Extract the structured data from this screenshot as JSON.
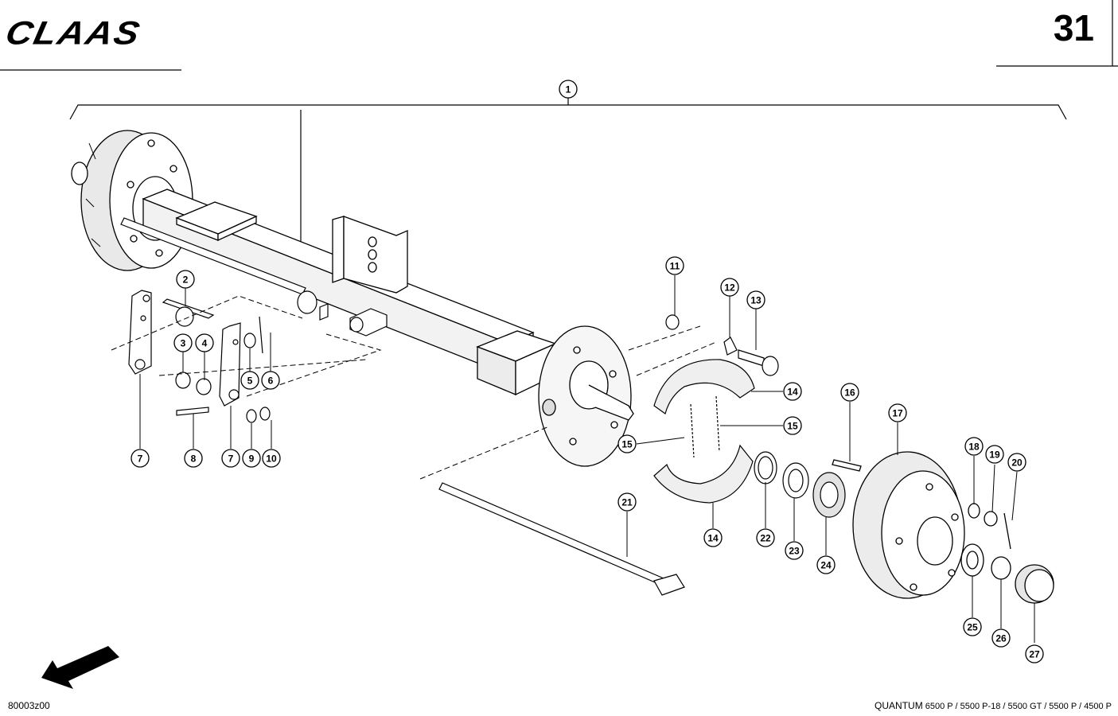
{
  "header": {
    "brand": "CLAAS",
    "page_number": "31"
  },
  "footer": {
    "drawing_number": "80003z00",
    "model_name": "QUANTUM",
    "model_variants": "6500 P / 5500 P-18 / 5500 GT / 5500 P / 4500 P"
  },
  "callouts": [
    "1",
    "2",
    "3",
    "4",
    "5",
    "6",
    "7",
    "8",
    "7",
    "9",
    "10",
    "11",
    "12",
    "13",
    "14",
    "15",
    "15",
    "14",
    "16",
    "17",
    "18",
    "19",
    "20",
    "21",
    "22",
    "23",
    "24",
    "25",
    "26",
    "27"
  ],
  "colors": {
    "ink": "#000000",
    "paper": "#ffffff",
    "shade": "#9a9a9a"
  }
}
